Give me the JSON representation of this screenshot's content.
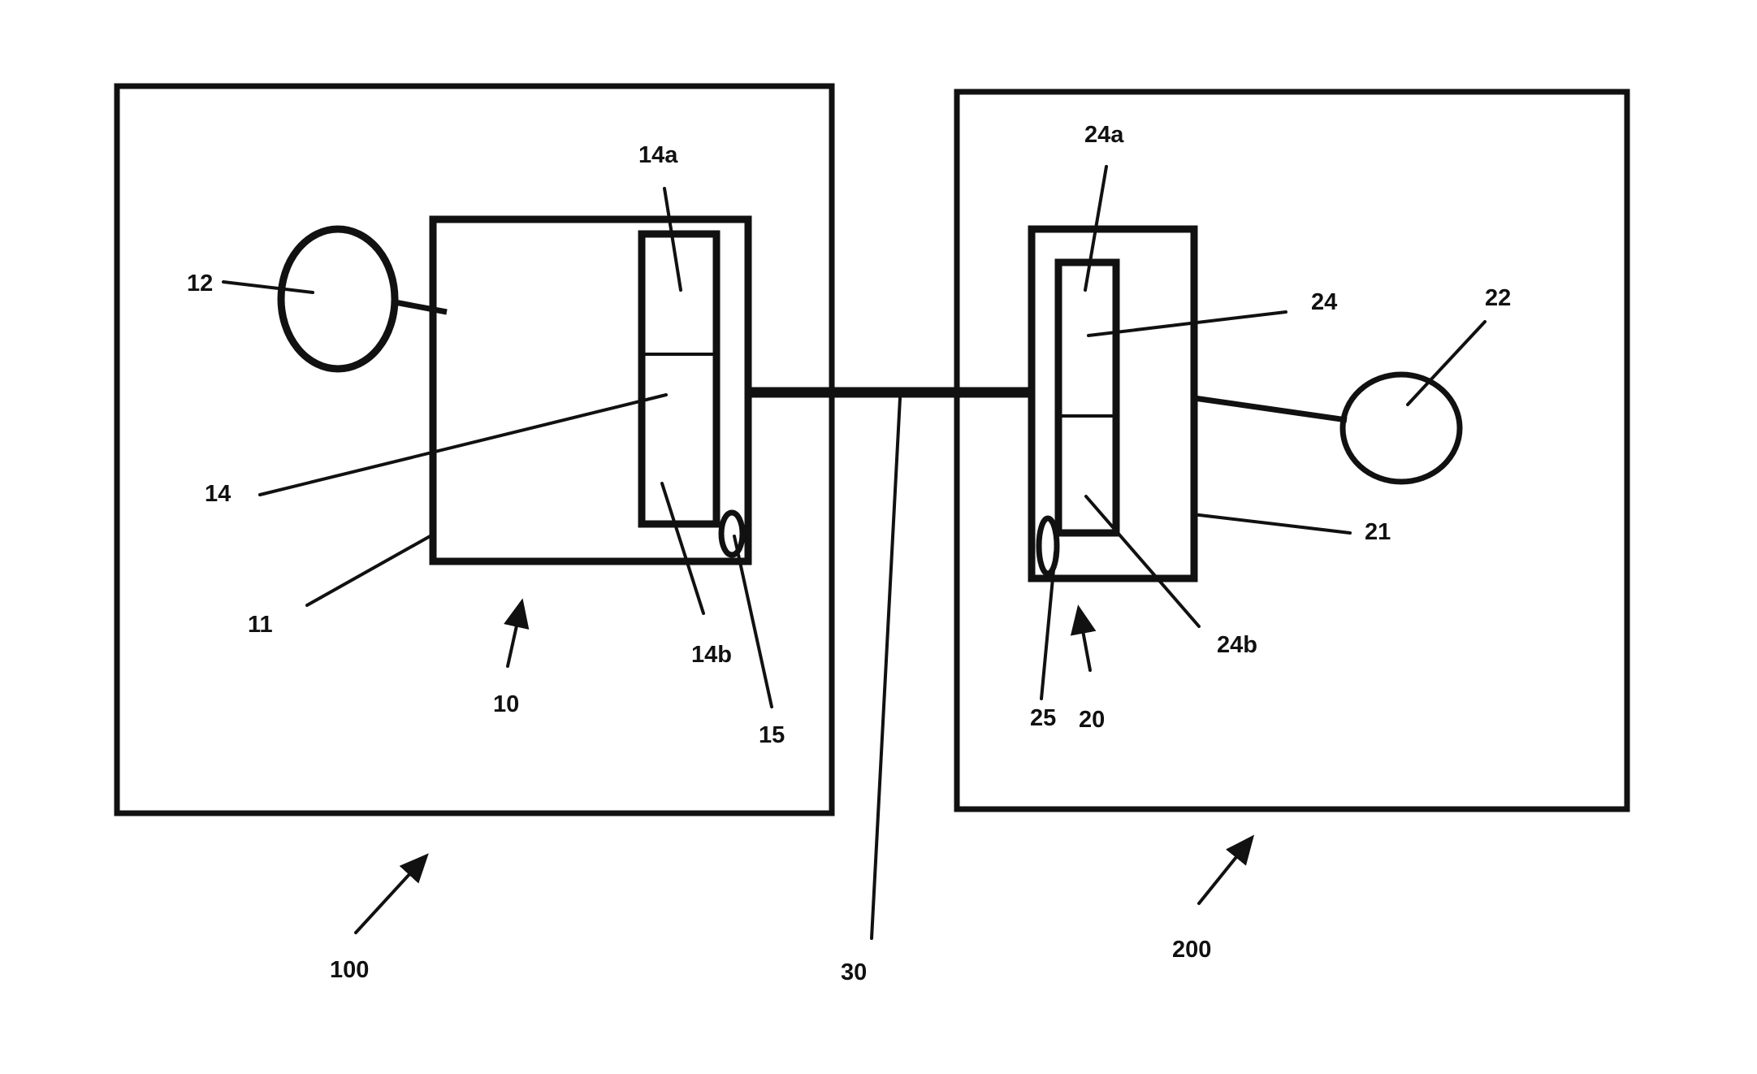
{
  "labels": {
    "l100": "100",
    "l10": "10",
    "l11": "11",
    "l12": "12",
    "l14": "14",
    "l14a": "14a",
    "l14b": "14b",
    "l15": "15",
    "l30": "30",
    "l200": "200",
    "l20": "20",
    "l21": "21",
    "l22": "22",
    "l24": "24",
    "l24a": "24a",
    "l24b": "24b",
    "l25": "25"
  }
}
